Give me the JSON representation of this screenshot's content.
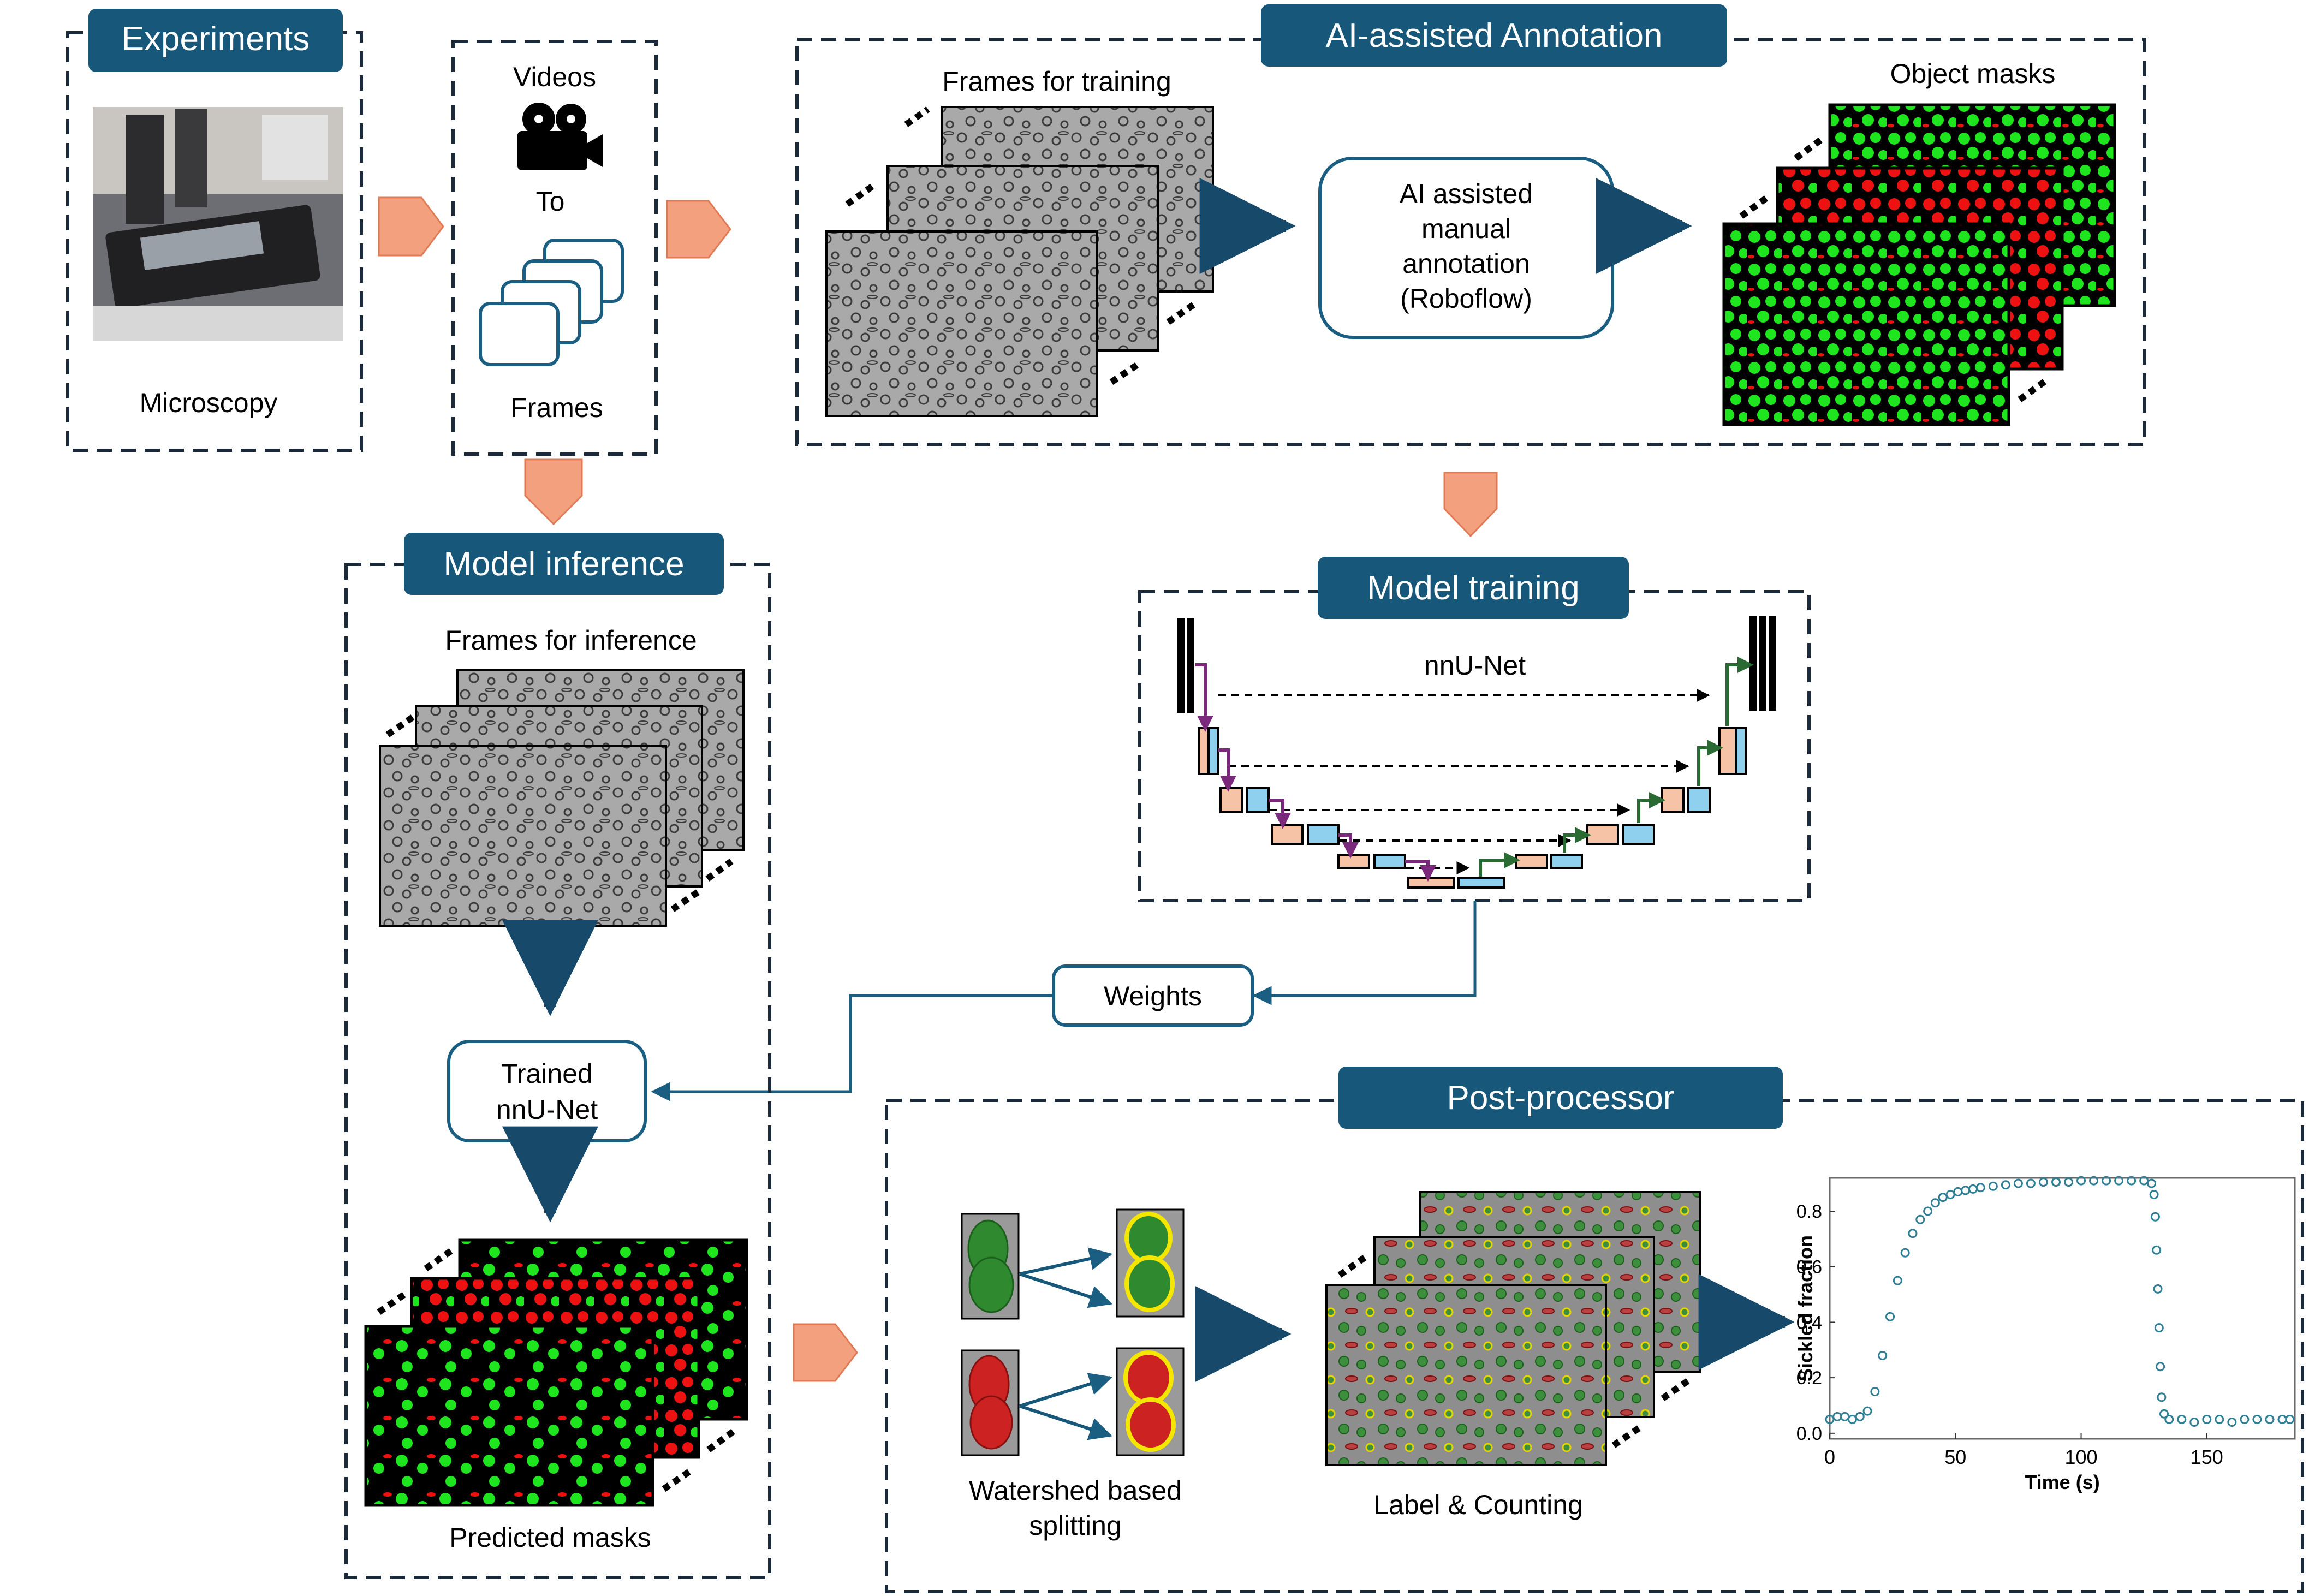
{
  "experiments": {
    "title": "Experiments",
    "caption": "Microscopy"
  },
  "videos": {
    "top_label": "Videos",
    "mid_label": "To",
    "bottom_label": "Frames"
  },
  "annotation": {
    "title": "AI-assisted Annotation",
    "frames_label": "Frames for training",
    "box_lines": [
      "AI assisted",
      "manual",
      "annotation",
      "(Roboflow)"
    ],
    "masks_label": "Object masks"
  },
  "training": {
    "title": "Model training",
    "net_label": "nnU-Net"
  },
  "weights": {
    "label": "Weights"
  },
  "inference": {
    "title": "Model inference",
    "frames_label": "Frames for inference",
    "model_lines": [
      "Trained",
      "nnU-Net"
    ],
    "masks_label": "Predicted masks"
  },
  "post": {
    "title": "Post-processor",
    "split_lines": [
      "Watershed based",
      "splitting"
    ],
    "count_label": "Label & Counting"
  },
  "colors": {
    "header_fill": "#17587a",
    "box_stroke": "#1a5e82",
    "dashed_border": "#1b2a3a",
    "stage_arrow": "#f3a07f",
    "dark_arrow": "#17496a",
    "healthy_cell": "#1ee51e",
    "sickled_cell": "#ee1111",
    "encoder_block": "#f6c3a6",
    "decoder_block": "#8fd0ee",
    "down_arrow": "#7b2a7b",
    "up_arrow": "#2a6b33",
    "plot_marker": "#2e7f95"
  },
  "chart_data": {
    "type": "scatter",
    "title": "",
    "xlabel": "Time (s)",
    "ylabel": "Sickled fraction",
    "xlim": [
      0,
      185
    ],
    "ylim": [
      -0.02,
      0.92
    ],
    "xticks": [
      0,
      50,
      100,
      150
    ],
    "yticks": [
      0.0,
      0.2,
      0.4,
      0.6,
      0.8
    ],
    "x": [
      0,
      3,
      6,
      9,
      12,
      15,
      18,
      21,
      24,
      27,
      30,
      33,
      36,
      39,
      42,
      45,
      48,
      51,
      54,
      57,
      60,
      65,
      70,
      75,
      80,
      85,
      90,
      95,
      100,
      105,
      110,
      115,
      120,
      125,
      128,
      129,
      129.5,
      130,
      130.5,
      131,
      131.5,
      132,
      133,
      135,
      140,
      145,
      150,
      155,
      160,
      165,
      170,
      175,
      180,
      183
    ],
    "y": [
      0.05,
      0.06,
      0.06,
      0.05,
      0.06,
      0.08,
      0.15,
      0.28,
      0.42,
      0.55,
      0.65,
      0.72,
      0.77,
      0.8,
      0.83,
      0.85,
      0.86,
      0.87,
      0.875,
      0.88,
      0.885,
      0.89,
      0.895,
      0.9,
      0.9,
      0.905,
      0.905,
      0.905,
      0.91,
      0.91,
      0.91,
      0.91,
      0.91,
      0.91,
      0.9,
      0.86,
      0.78,
      0.66,
      0.52,
      0.38,
      0.24,
      0.13,
      0.07,
      0.05,
      0.05,
      0.04,
      0.05,
      0.05,
      0.04,
      0.05,
      0.05,
      0.05,
      0.05,
      0.05
    ]
  }
}
